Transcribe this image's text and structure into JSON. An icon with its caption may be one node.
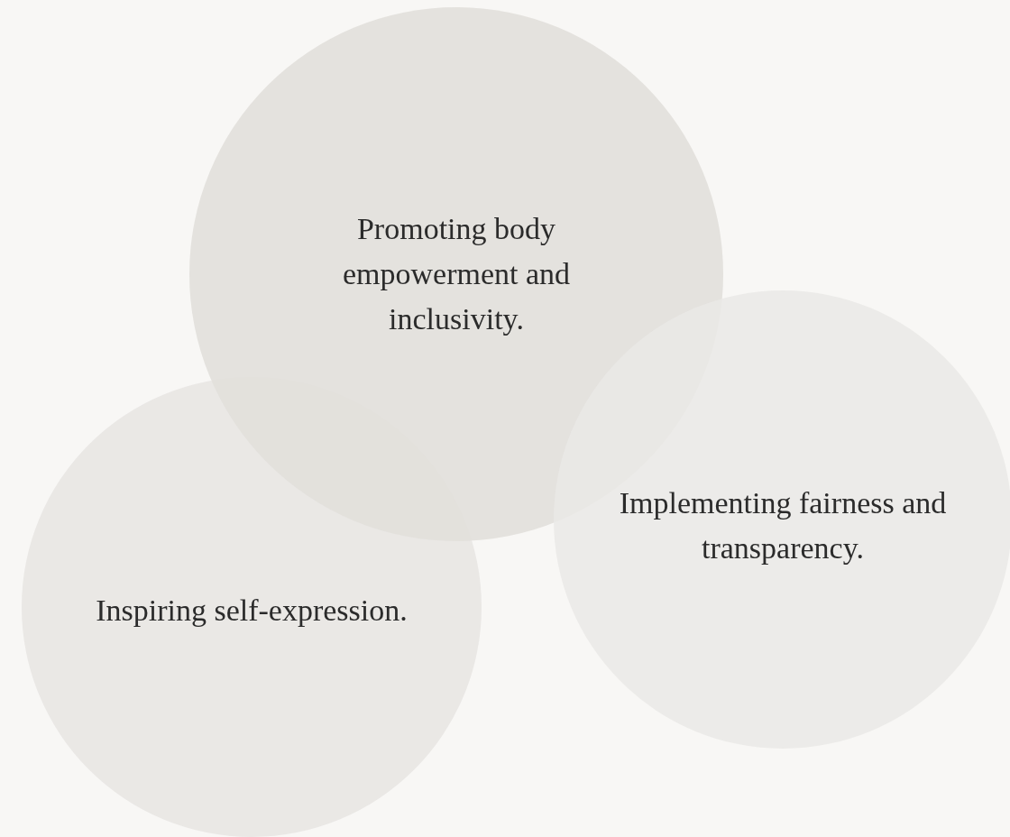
{
  "diagram": {
    "nodes": [
      {
        "text": [
          "Promoting body empowerment and inclusivity."
        ]
      },
      {
        "text": [
          "Implementing fairness and transparency."
        ]
      },
      {
        "text": [
          "Inspiring self-expression."
        ]
      }
    ]
  }
}
